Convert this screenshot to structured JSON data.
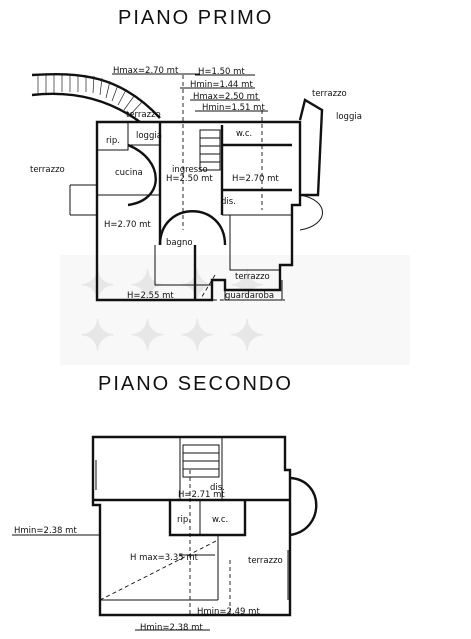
{
  "floors": [
    {
      "title": "PIANO PRIMO",
      "labels": {
        "terrazzo_top": "terrazzo",
        "loggia_left": "loggia",
        "rip": "rip.",
        "cucina": "cucina",
        "terrazzo_left": "terrazzo",
        "ingresso": "ingresso",
        "h_ingresso": "H=2.50 mt",
        "wc": "w.c.",
        "terrazzo_right": "terrazzo",
        "loggia_right": "loggia",
        "h_right": "H=2.70 mt",
        "dis": "dis.",
        "h_left": "H=2.70 mt",
        "bagno": "bagno",
        "terrazzo_bottom": "terrazzo",
        "guardaroba": "guardaroba",
        "h_bottom": "H=2.55 mt",
        "hmax_top": "Hmax=2.70 mt",
        "h_150": "H=1.50 mt",
        "hmin_144": "Hmin=1.44 mt",
        "hmax_250": "Hmax=2.50 mt",
        "hmin_151": "Hmin=1.51 mt"
      }
    },
    {
      "title": "PIANO SECONDO",
      "labels": {
        "dis": "dis.",
        "h_dis": "H=2.71 mt",
        "rip": "rip.",
        "wc": "w.c.",
        "hmin_left": "Hmin=2.38 mt",
        "hmax_center": "H max=3.35 mt",
        "terrazzo": "terrazzo",
        "hmin_249": "Hmin=2.49 mt",
        "hmin_bottom": "Hmin=2.38 mt"
      }
    }
  ]
}
